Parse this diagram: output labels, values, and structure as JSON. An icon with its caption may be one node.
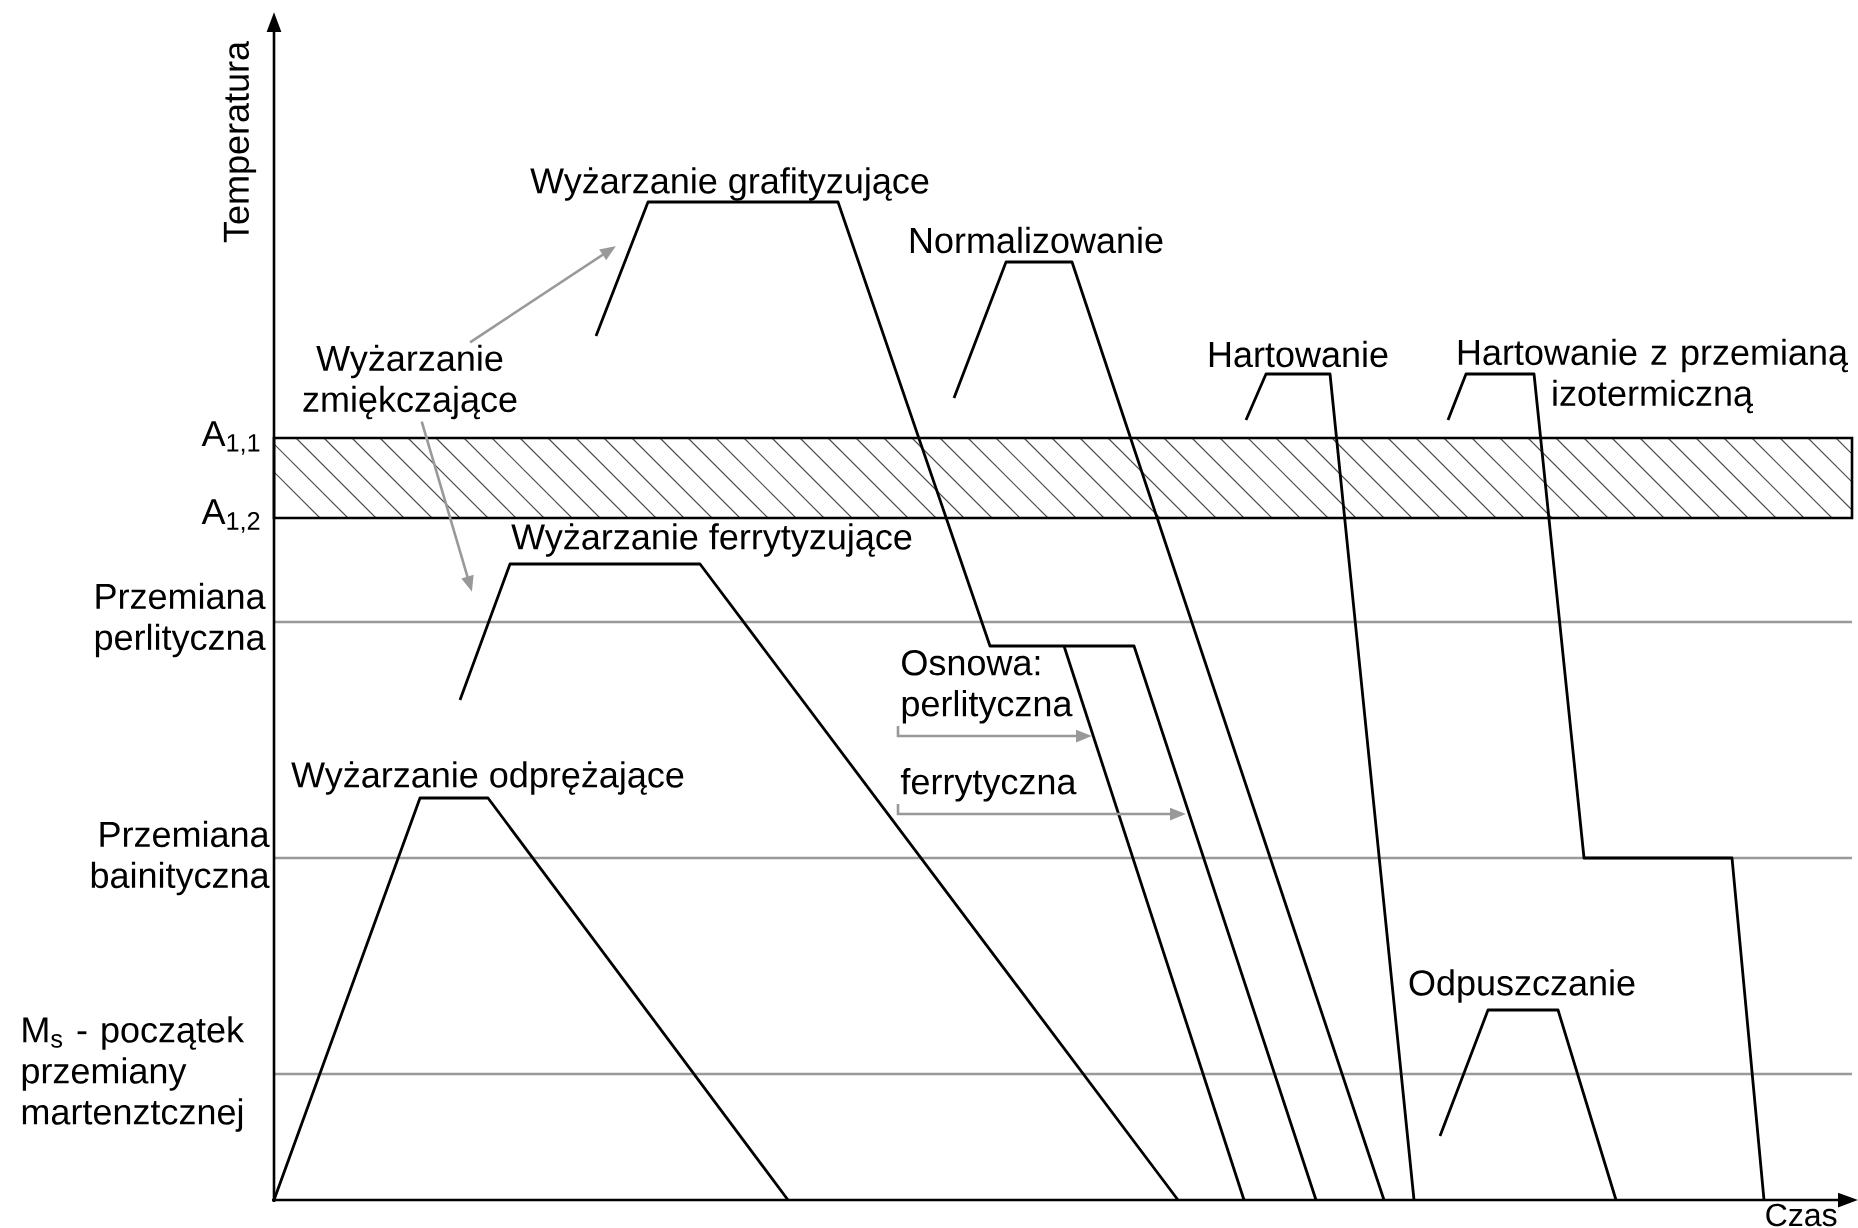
{
  "diagram": {
    "nodes": [
      {
        "text": [
          "Wyżarzanie zmiękczające"
        ]
      },
      {
        "text": [
          "Osnowa: perlityczna"
        ]
      },
      {
        "text": [
          "ferrytyczna"
        ]
      }
    ],
    "edges": [
      {
        "from": 0,
        "to": null,
        "arrow": "to"
      },
      {
        "from": 0,
        "to": null,
        "arrow": "to"
      },
      {
        "from": 1,
        "to": null,
        "arrow": "to"
      },
      {
        "from": 2,
        "to": null,
        "arrow": "to"
      }
    ],
    "labels": [
      "Temperatura",
      "Wyżarzanie grafityzujące",
      "Normalizowanie",
      "Hartowanie",
      "Hartowanie z przemianą izotermiczną",
      "A$_{1,1}$",
      "A$_{1,2}$",
      "Wyżarzanie ferrytyzujące",
      "Przemiana perlityczna",
      "Wyżarzanie odprężające",
      "Przemiana bainityczna",
      "Odpuszczanie",
      "M$_{s}$ - początek przemiany martenztcznej",
      "Czas"
    ]
  }
}
